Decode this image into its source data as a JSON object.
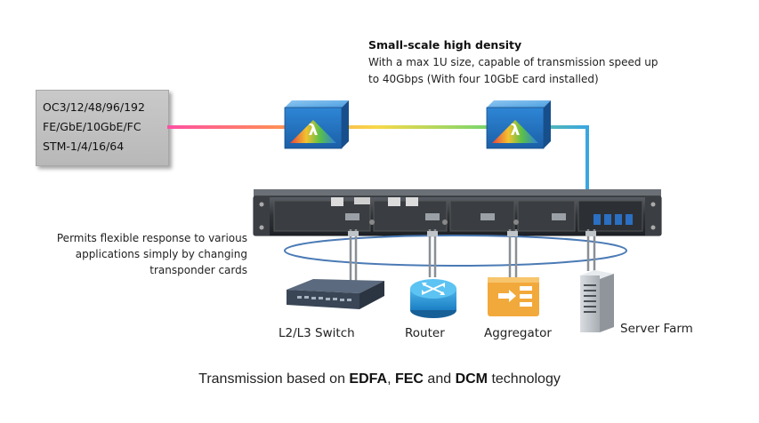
{
  "protocols": [
    "OC3/12/48/96/192",
    "FE/GbE/10GbE/FC",
    "STM-1/4/16/64"
  ],
  "density": {
    "headline": "Small-scale  high density",
    "description_lines": [
      "With a max 1U size, capable of transmission speed up",
      "to 40Gbps (With four 10GbE card installed)"
    ]
  },
  "wavelength_symbol": "λ",
  "note_lines": [
    "Permits flexible response to various",
    "applications simply by changing",
    "transponder cards"
  ],
  "devices": {
    "switch": "L2/L3 Switch",
    "router": "Router",
    "aggregator": "Aggregator",
    "server": "Server Farm"
  },
  "footer": {
    "prefix": "Transmission based on ",
    "edfa": "EDFA",
    "sep1": ", ",
    "fec": "FEC",
    "sep2": " and ",
    "dcm": "DCM",
    "suffix": " technology"
  },
  "colors": {
    "fiber_start": "#ff4fa3",
    "fiber_mid": "#ffd24a",
    "fiber_end": "#3a9be0",
    "accent_blue": "#1e8bd6",
    "aggregator_orange": "#f2a93b"
  }
}
